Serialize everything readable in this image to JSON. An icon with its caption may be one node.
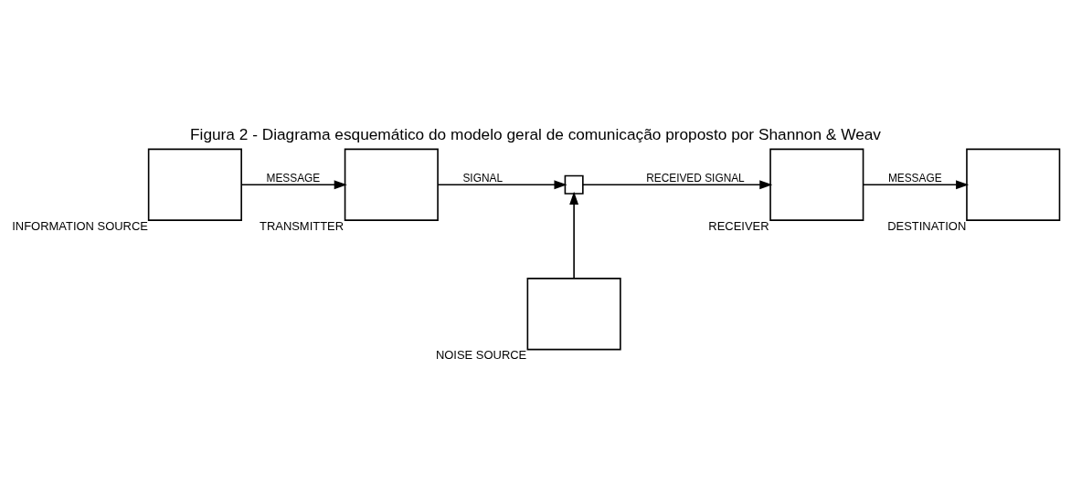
{
  "diagram": {
    "title": "Figura 2 - Diagrama esquemático do modelo geral de comunicação proposto por Shannon & Weav",
    "nodes": [
      {
        "text": [
          "INFORMATION SOURCE"
        ]
      },
      {
        "text": [
          "TRANSMITTER"
        ]
      },
      {
        "text": [],
        "shape": "box"
      },
      {
        "text": [
          "RECEIVER"
        ]
      },
      {
        "text": [
          "DESTINATION"
        ]
      },
      {
        "text": [
          "NOISE SOURCE"
        ]
      }
    ],
    "edges": [
      {
        "from": 0,
        "to": 1,
        "arrow": "to",
        "label": "MESSAGE"
      },
      {
        "from": 1,
        "to": 2,
        "arrow": "to",
        "label": "SIGNAL"
      },
      {
        "from": 2,
        "to": 3,
        "arrow": "to",
        "label": "RECEIVED SIGNAL"
      },
      {
        "from": 3,
        "to": 4,
        "arrow": "to",
        "label": "MESSAGE"
      },
      {
        "from": 5,
        "to": 2,
        "arrow": "to"
      }
    ]
  }
}
